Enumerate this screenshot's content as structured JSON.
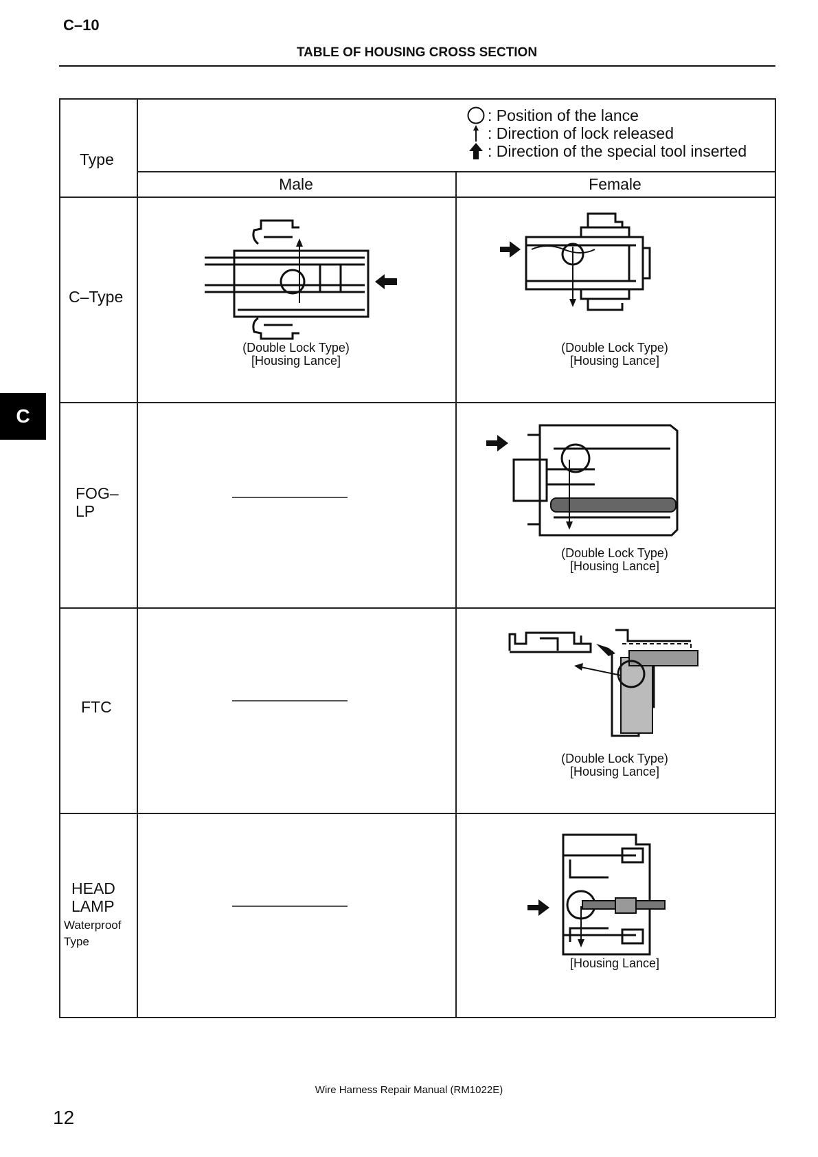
{
  "header": {
    "code": "C–10",
    "title": "TABLE OF HOUSING CROSS SECTION"
  },
  "side_tab": "C",
  "legend": {
    "lance": ": Position of the lance",
    "lock": ": Direction of lock released",
    "tool": ": Direction of the special tool inserted"
  },
  "table": {
    "type_header": "Type",
    "male_header": "Male",
    "female_header": "Female",
    "rows": [
      {
        "type": "C–Type",
        "male_caption": [
          "(Double Lock Type)",
          "[Housing Lance]"
        ],
        "female_caption": [
          "(Double Lock Type)",
          "[Housing Lance]"
        ]
      },
      {
        "type_lines": [
          "FOG–",
          "LP"
        ],
        "female_caption": [
          "(Double Lock Type)",
          "[Housing Lance]"
        ]
      },
      {
        "type": "FTC",
        "female_caption": [
          "(Double Lock Type)",
          "[Housing Lance]"
        ]
      },
      {
        "type_lines": [
          "HEAD",
          "LAMP"
        ],
        "type_note_lines": [
          "Waterproof",
          "Type"
        ],
        "female_caption": [
          "[Housing Lance]"
        ]
      }
    ]
  },
  "footer": "Wire Harness Repair Manual (RM1022E)",
  "page_number": "12"
}
